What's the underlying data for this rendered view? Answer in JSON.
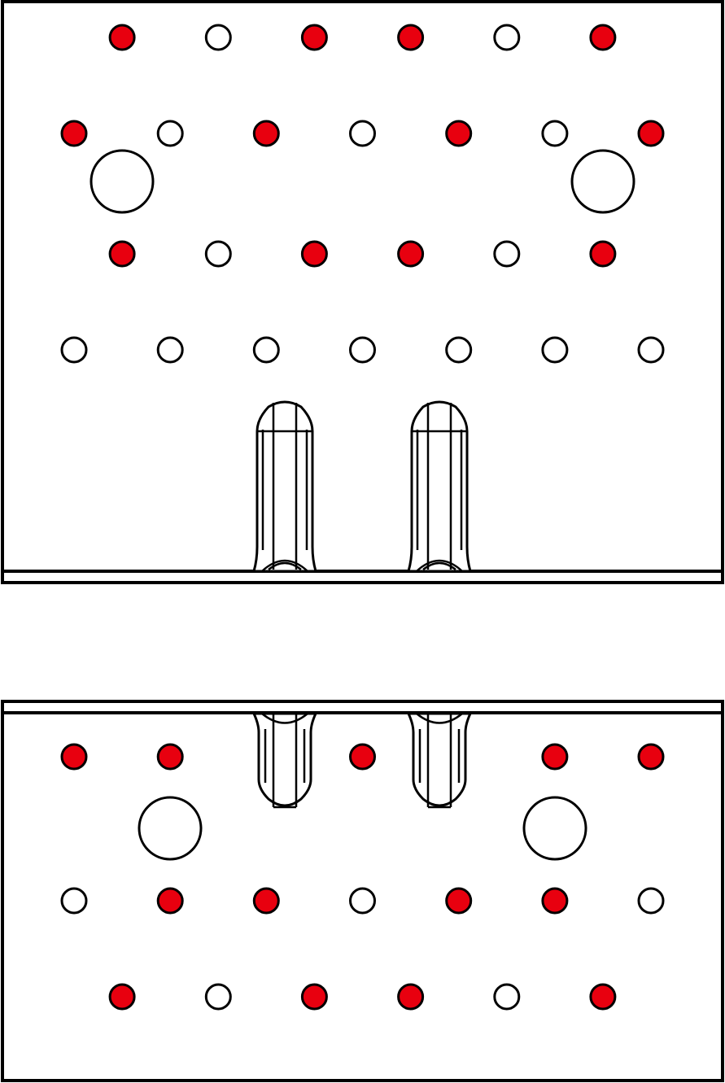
{
  "colors": {
    "nail_hole_marked": "#e8000f",
    "nail_hole_open": "#ffffff",
    "outline": "#000000"
  },
  "upper_plate": {
    "nail_hole_rows": [
      [
        "marked",
        "open",
        "marked",
        "marked",
        "open",
        "marked"
      ],
      [
        "marked",
        "open",
        "marked",
        "open",
        "marked",
        "open",
        "marked"
      ],
      [
        "marked",
        "open",
        "marked",
        "marked",
        "open",
        "marked"
      ],
      [
        "open",
        "open",
        "open",
        "open",
        "open",
        "open",
        "open"
      ]
    ],
    "anchor_hole_count": 2,
    "rib_count": 2
  },
  "lower_plate": {
    "nail_hole_rows": [
      [
        "marked",
        "marked",
        "marked",
        "marked",
        "marked"
      ],
      [
        "open",
        "marked",
        "marked",
        "open",
        "marked",
        "marked",
        "open"
      ],
      [
        "marked",
        "open",
        "marked",
        "marked",
        "open",
        "marked"
      ]
    ],
    "anchor_hole_count": 2,
    "rib_count": 2
  }
}
